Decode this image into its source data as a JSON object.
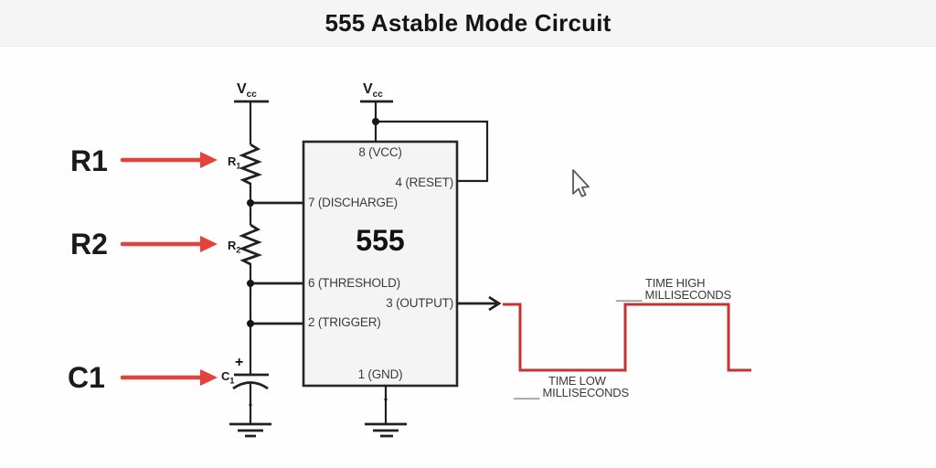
{
  "title": "555 Astable Mode Circuit",
  "colors": {
    "callout_red": "#e4423b",
    "waveform_red": "#c63230",
    "wire": "#231f20",
    "chip_fill": "#f4f4f4",
    "title_bar_bg": "#f5f5f6",
    "canvas_bg": "#fefefe"
  },
  "callouts": {
    "r1": "R1",
    "r2": "R2",
    "c1": "C1"
  },
  "power": {
    "label_base": "V",
    "label_sub": "cc"
  },
  "components": {
    "r1": {
      "base": "R",
      "sub": "1"
    },
    "r2": {
      "base": "R",
      "sub": "2"
    },
    "c1": {
      "base": "C",
      "sub": "1",
      "polarity": "+"
    }
  },
  "chip": {
    "name": "555",
    "pin_vcc": "8 (VCC)",
    "pin_reset": "4 (RESET)",
    "pin_discharge": "7 (DISCHARGE)",
    "pin_threshold": "6 (THRESHOLD)",
    "pin_trigger": "2 (TRIGGER)",
    "pin_output": "3 (OUTPUT)",
    "pin_gnd": "1 (GND)"
  },
  "waveform": {
    "time_high_label": "TIME HIGH",
    "time_high_blank": "____ MILLISECONDS",
    "time_low_label": "TIME LOW",
    "time_low_blank": "____ MILLISECONDS"
  }
}
